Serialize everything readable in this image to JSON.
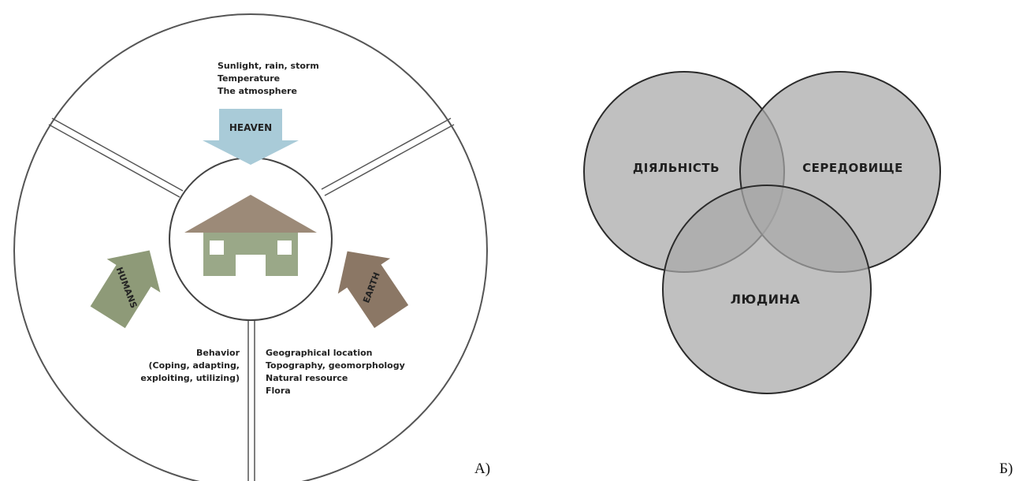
{
  "panel_a": {
    "label": "А)",
    "heaven": {
      "arrow_label": "HEAVEN",
      "lines": [
        "Sunlight, rain, storm",
        "Temperature",
        "The atmosphere"
      ]
    },
    "humans": {
      "arrow_label": "HUMANS",
      "lines": [
        "Behavior",
        "(Coping, adapting,",
        "exploiting, utilizing)"
      ]
    },
    "earth": {
      "arrow_label": "EARTH",
      "lines": [
        "Geographical location",
        "Topography, geomorphology",
        "Natural resource",
        "Flora"
      ]
    },
    "colors": {
      "heaven_arrow": "#a9cbd8",
      "humans_arrow": "#8e9a78",
      "earth_arrow": "#8b7765",
      "roof": "#9c8a78",
      "house_body": "#9aa888"
    }
  },
  "panel_b": {
    "label": "Б)",
    "circles": [
      "ДІЯЛЬНІСТЬ",
      "СЕРЕДОВИЩЕ",
      "ЛЮДИНА"
    ],
    "colors": {
      "circle_fill": "#a8a8a8",
      "circle_stroke": "#2b2b2b"
    }
  }
}
